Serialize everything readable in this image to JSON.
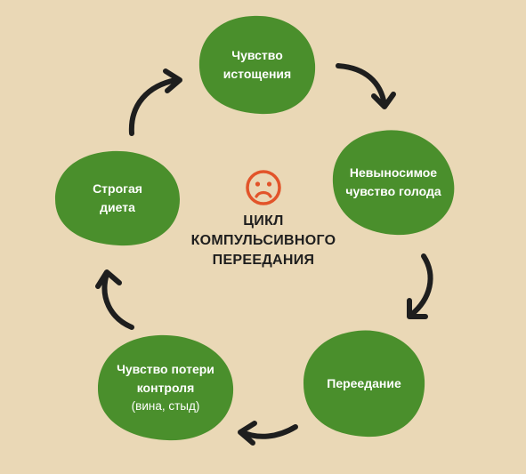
{
  "colors": {
    "background": "#ead8b6",
    "node_fill": "#4a8f2c",
    "node_text": "#ffffff",
    "arrow": "#1e1e1e",
    "face": "#e2542a",
    "title_text": "#1e1e1e"
  },
  "center": {
    "icon": "sad-face-icon",
    "title_lines": [
      "ЦИКЛ",
      "КОМПУЛЬСИВНОГО",
      "ПЕРЕЕДАНИЯ"
    ]
  },
  "nodes": [
    {
      "id": "exhaustion",
      "lines": [
        "Чувство",
        "истощения"
      ]
    },
    {
      "id": "hunger",
      "lines": [
        "Невыносимое",
        "чувство голода"
      ]
    },
    {
      "id": "overeating",
      "lines": [
        "Переедание"
      ]
    },
    {
      "id": "loss-of-control",
      "lines": [
        "Чувство потери",
        "контроля"
      ],
      "sub": "(вина, стыд)"
    },
    {
      "id": "strict-diet",
      "lines": [
        "Строгая",
        "диета"
      ]
    }
  ]
}
